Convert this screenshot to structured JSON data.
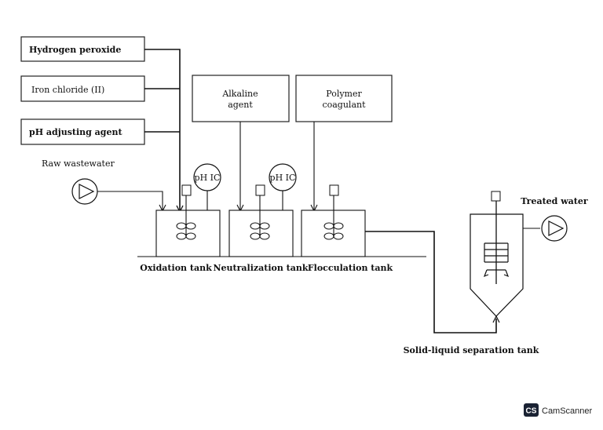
{
  "reagents": {
    "hydrogen_peroxide": "Hydrogen peroxide",
    "iron_chloride": "Iron chloride (II)",
    "ph_adjusting_agent": "pH adjusting agent",
    "alkaline_agent_line1": "Alkaline",
    "alkaline_agent_line2": "agent",
    "polymer_coagulant_line1": "Polymer",
    "polymer_coagulant_line2": "coagulant"
  },
  "streams": {
    "raw_wastewater": "Raw wastewater",
    "treated_water": "Treated water"
  },
  "controllers": {
    "ph_ic_oxidation": "pH IC",
    "ph_ic_neutralization": "pH IC"
  },
  "tanks": {
    "oxidation": "Oxidation tank",
    "neutralization": "Neutralization tank",
    "flocculation": "Flocculation tank",
    "separation": "Solid-liquid separation tank"
  },
  "watermark": {
    "logo": "CS",
    "text": "CamScanner"
  }
}
